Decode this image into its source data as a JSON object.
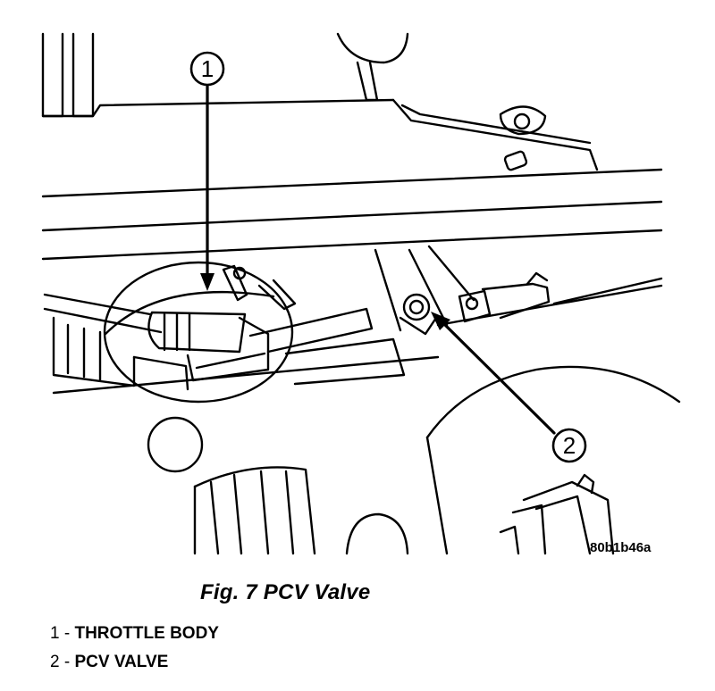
{
  "figure": {
    "image_code": "80b1b46a",
    "callouts": [
      {
        "number": "1"
      },
      {
        "number": "2"
      }
    ],
    "caption": "Fig. 7 PCV Valve",
    "legend": [
      {
        "number": "1 -",
        "label": "THROTTLE BODY"
      },
      {
        "number": "2 -",
        "label": "PCV VALVE"
      }
    ]
  }
}
